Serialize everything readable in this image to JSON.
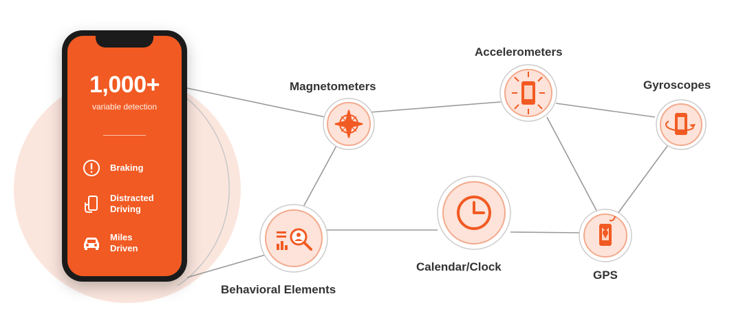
{
  "phone": {
    "headline": "1,000+",
    "subheadline": "variable detection",
    "features": [
      {
        "label_line1": "Braking",
        "label_line2": "",
        "icon": "alert-icon"
      },
      {
        "label_line1": "Distracted",
        "label_line2": "Driving",
        "icon": "phone-hand-icon"
      },
      {
        "label_line1": "Miles",
        "label_line2": "Driven",
        "icon": "car-icon"
      }
    ]
  },
  "nodes": {
    "magnetometers": {
      "label": "Magnetometers",
      "icon": "compass-icon"
    },
    "accelerometers": {
      "label": "Accelerometers",
      "icon": "phone-accelerometer-icon"
    },
    "gyroscopes": {
      "label": "Gyroscopes",
      "icon": "phone-rotate-icon"
    },
    "behavioral": {
      "label": "Behavioral Elements",
      "icon": "chart-magnifier-icon"
    },
    "calendar": {
      "label": "Calendar/Clock",
      "icon": "clock-icon"
    },
    "gps": {
      "label": "GPS",
      "icon": "phone-gps-icon"
    }
  },
  "colors": {
    "accent": "#f15a22",
    "node_fill": "#fde3d9",
    "line": "#999999",
    "label": "#333333"
  }
}
